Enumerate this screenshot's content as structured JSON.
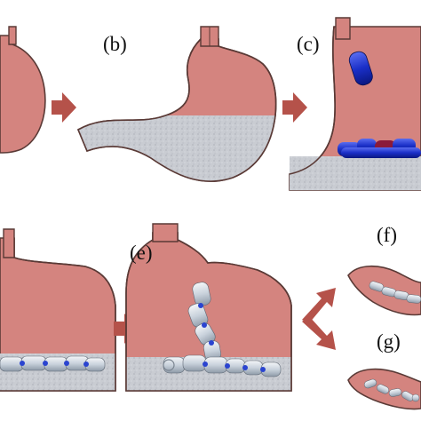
{
  "figure": {
    "panels": [
      {
        "id": "a",
        "label": ""
      },
      {
        "id": "b",
        "label": "(b)"
      },
      {
        "id": "c",
        "label": "(c)"
      },
      {
        "id": "d",
        "label": ""
      },
      {
        "id": "e",
        "label": "(e)"
      },
      {
        "id": "f",
        "label": "(f)"
      },
      {
        "id": "g",
        "label": "(g)"
      }
    ]
  }
}
